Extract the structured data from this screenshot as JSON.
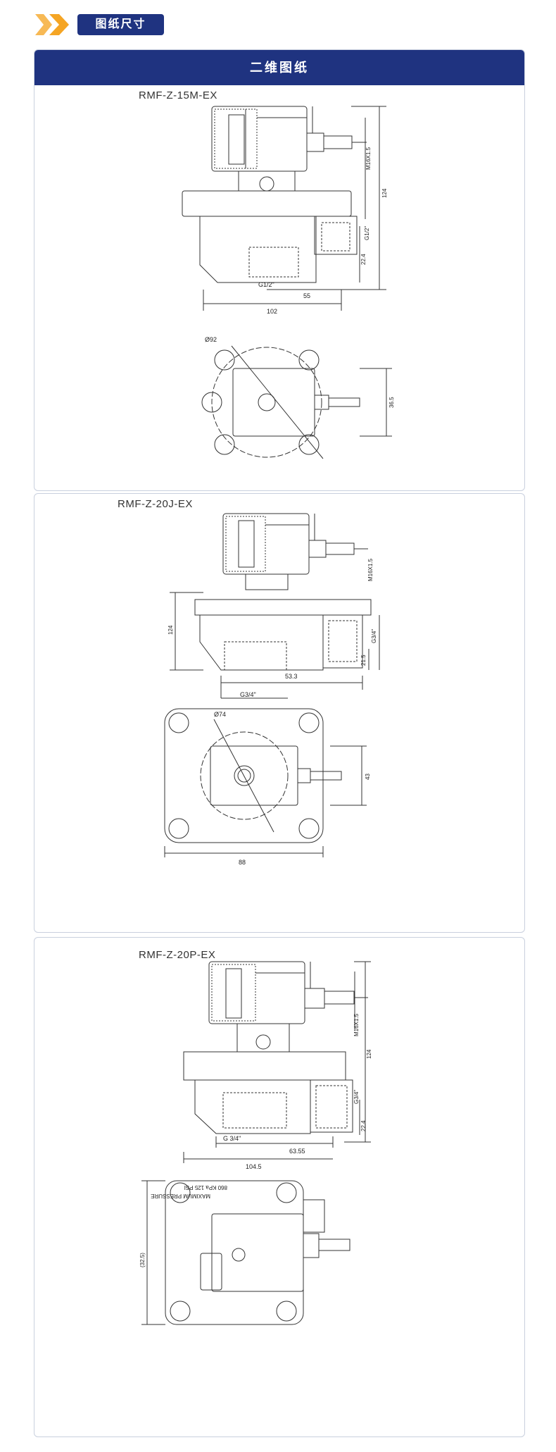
{
  "header": {
    "section_title": "图纸尺寸",
    "chevron_icon": "double-chevron-right-icon",
    "accent_color": "#f5a524",
    "brand_color": "#1f3380"
  },
  "drawings": {
    "title": "二维图纸",
    "models": [
      {
        "name": "RMF-Z-15M-EX",
        "dims": {
          "thread": "M16X1.5",
          "height": "124",
          "port_g_side": "G1/2\"",
          "offset": "22.4",
          "port_g_bottom": "G1/2\"",
          "half_width": "55",
          "width": "102",
          "diameter": "Ø92",
          "top_dim": "36.5"
        }
      },
      {
        "name": "RMF-Z-20J-EX",
        "dims": {
          "thread": "M16X1.5",
          "height": "124",
          "port_g_side": "G3/4\"",
          "offset": "21.5",
          "port_g_bottom": "G3/4\"",
          "half_width": "53.3",
          "width": "88",
          "diameter": "Ø74",
          "top_dim": "43"
        }
      },
      {
        "name": "RMF-Z-20P-EX",
        "dims": {
          "thread": "M16X1.5",
          "height": "124",
          "port_g_side": "G3/4\"",
          "offset": "22.4",
          "port_g_bottom": "G 3/4\"",
          "half_width": "63.55",
          "width": "104.5",
          "top_dim": "(32.5)",
          "plate_line1": "MAXIMUM PRESSURE",
          "plate_line2": "860 KPa  125 PSI"
        }
      }
    ]
  }
}
